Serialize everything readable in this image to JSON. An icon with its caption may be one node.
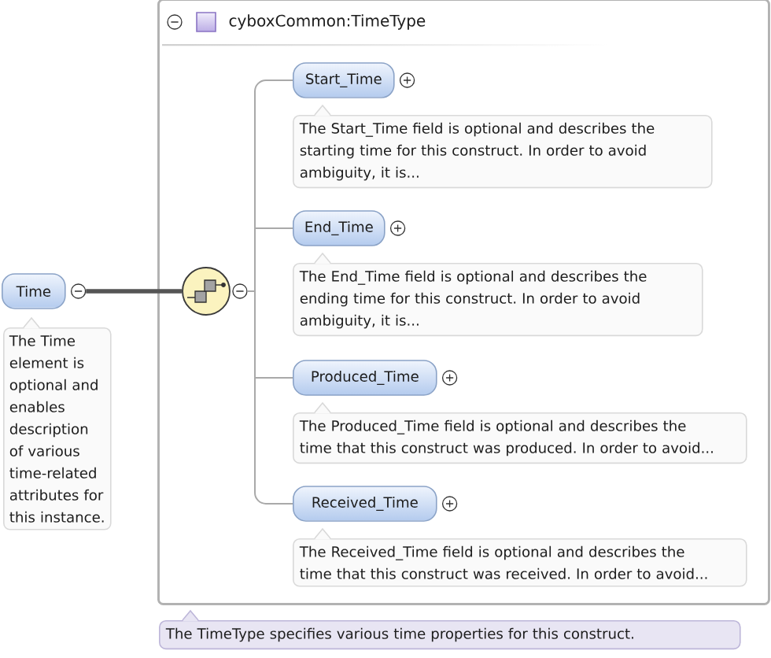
{
  "diagram": {
    "nodes": [
      {
        "text": [
          "Time"
        ],
        "beside": [
          "The Time element is optional and enables description of various time-related attributes for this instance."
        ]
      },
      {
        "text": [
          "cyboxCommon:TimeType"
        ],
        "beside": [
          "The TimeType specifies various time properties for this construct."
        ]
      },
      {
        "text": [],
        "shape": "circle",
        "in": 1
      },
      {
        "text": [
          "Start_Time"
        ],
        "in": 1,
        "beside": [
          "The Start_Time field is optional and describes the starting time for this construct. In order to avoid ambiguity, it is..."
        ]
      },
      {
        "text": [
          "End_Time"
        ],
        "in": 1,
        "beside": [
          "The End_Time field is optional and describes the ending time for this construct. In order to avoid ambiguity, it is..."
        ]
      },
      {
        "text": [
          "Produced_Time"
        ],
        "in": 1,
        "beside": [
          "The Produced_Time field is optional and describes the time that this construct was produced. In order to avoid..."
        ]
      },
      {
        "text": [
          "Received_Time"
        ],
        "in": 1,
        "beside": [
          "The Received_Time field is optional and describes the time that this construct was received. In order to avoid..."
        ]
      }
    ],
    "edges": [
      {
        "from": 0,
        "to": 2,
        "arrow": "none",
        "style": "thick",
        "color": "#555555"
      },
      {
        "from": 2,
        "to": 3,
        "arrow": "none"
      },
      {
        "from": 2,
        "to": 4,
        "arrow": "none"
      },
      {
        "from": 2,
        "to": 5,
        "arrow": "none"
      },
      {
        "from": 2,
        "to": 6,
        "arrow": "none"
      }
    ]
  }
}
